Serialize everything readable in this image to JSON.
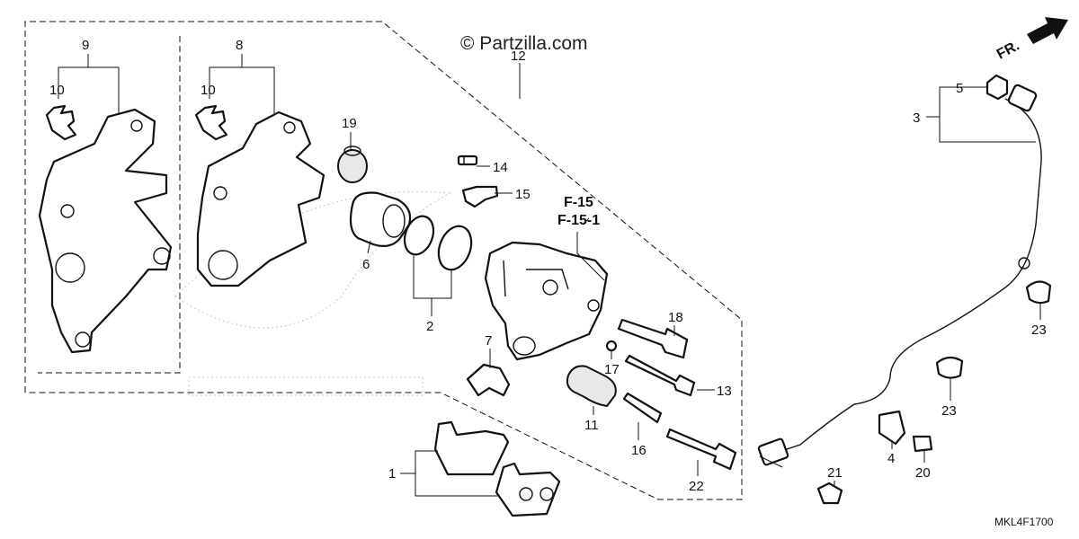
{
  "watermark": "© Partzilla.com",
  "direction_label": "FR.",
  "diagram_code": "MKL4F1700",
  "ref_label_1": "F-15",
  "ref_label_2": "F-15-1",
  "callouts": {
    "c1": "1",
    "c2": "2",
    "c3": "3",
    "c4": "4",
    "c5": "5",
    "c6": "6",
    "c7": "7",
    "c8": "8",
    "c9": "9",
    "c10a": "10",
    "c10b": "10",
    "c11": "11",
    "c12": "12",
    "c13": "13",
    "c14": "14",
    "c15": "15",
    "c16": "16",
    "c17": "17",
    "c18": "18",
    "c19": "19",
    "c20": "20",
    "c21": "21",
    "c22": "22",
    "c23a": "23",
    "c23b": "23"
  },
  "colors": {
    "ink": "#111111",
    "background": "#ffffff"
  },
  "icons": {
    "direction_arrow": "forward-arrow-icon"
  }
}
